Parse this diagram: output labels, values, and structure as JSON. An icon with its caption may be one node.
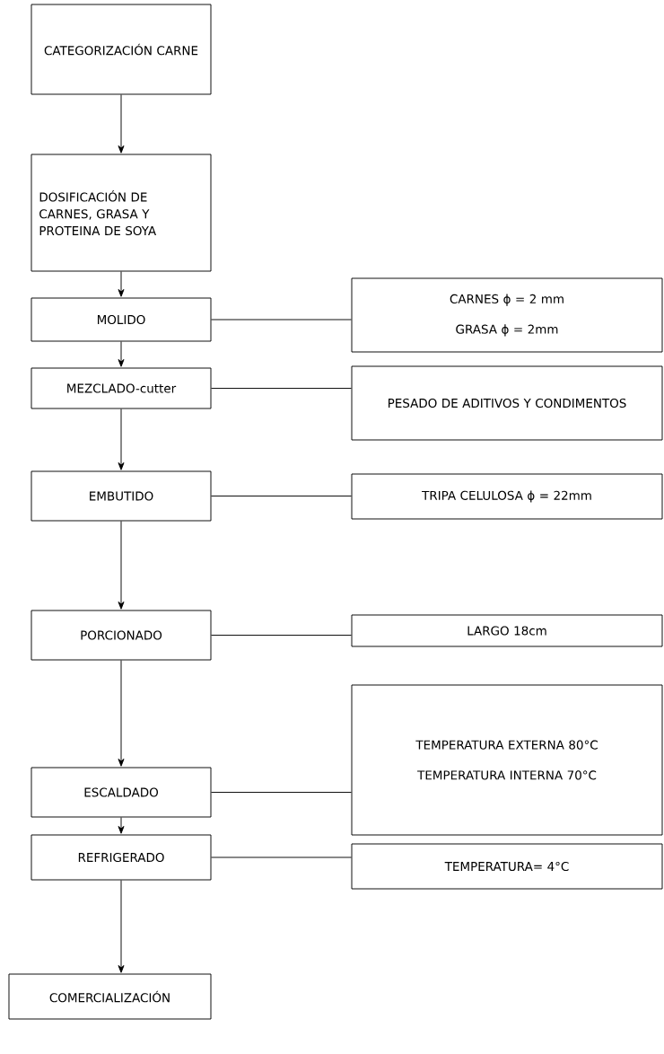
{
  "diagram": {
    "nodes": [
      {
        "text": [
          "CATEGORIZACIÓN CARNE"
        ]
      },
      {
        "text": [
          "DOSIFICACIÓN DE CARNES, GRASA Y PROTEINA DE SOYA"
        ]
      },
      {
        "text": [
          "MOLIDO"
        ]
      },
      {
        "text": [
          "CARNES ϕ = 2 mm",
          "GRASA ϕ = 2mm"
        ]
      },
      {
        "text": [
          "MEZCLADO-cutter"
        ]
      },
      {
        "text": [
          "PESADO DE ADITIVOS Y CONDIMENTOS"
        ]
      },
      {
        "text": [
          "EMBUTIDO"
        ]
      },
      {
        "text": [
          "TRIPA CELULOSA ϕ = 22mm"
        ]
      },
      {
        "text": [
          "PORCIONADO"
        ]
      },
      {
        "text": [
          "LARGO 18cm"
        ]
      },
      {
        "text": [
          "ESCALDADO"
        ]
      },
      {
        "text": [
          "TEMPERATURA EXTERNA 80°C",
          "TEMPERATURA INTERNA 70°C"
        ]
      },
      {
        "text": [
          "REFRIGERADO"
        ]
      },
      {
        "text": [
          "TEMPERATURA= 4°C"
        ]
      },
      {
        "text": [
          "COMERCIALIZACIÓN"
        ]
      }
    ],
    "edges": [
      {
        "from": 0,
        "to": 1,
        "arrow": "to"
      },
      {
        "from": 1,
        "to": 2,
        "arrow": "to"
      },
      {
        "from": 2,
        "to": 3,
        "arrow": "none"
      },
      {
        "from": 2,
        "to": 4,
        "arrow": "to"
      },
      {
        "from": 4,
        "to": 5,
        "arrow": "none"
      },
      {
        "from": 4,
        "to": 6,
        "arrow": "to"
      },
      {
        "from": 6,
        "to": 7,
        "arrow": "none"
      },
      {
        "from": 6,
        "to": 8,
        "arrow": "to"
      },
      {
        "from": 8,
        "to": 9,
        "arrow": "none"
      },
      {
        "from": 8,
        "to": 10,
        "arrow": "to"
      },
      {
        "from": 10,
        "to": 11,
        "arrow": "none"
      },
      {
        "from": 10,
        "to": 12,
        "arrow": "to"
      },
      {
        "from": 12,
        "to": 13,
        "arrow": "none"
      },
      {
        "from": 12,
        "to": 14,
        "arrow": "to"
      }
    ]
  }
}
